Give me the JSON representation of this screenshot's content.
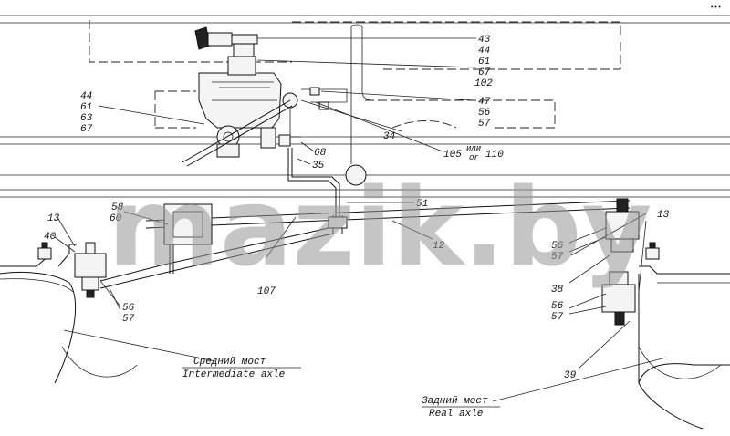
{
  "watermark": "mazik.by",
  "corner_mark": "•••",
  "callouts": {
    "c43": "43",
    "c44a": "44",
    "c61a": "61",
    "c67a": "67",
    "c102": "102",
    "c47": "47",
    "c56a": "56",
    "c57a": "57",
    "c44b": "44",
    "c61b": "61",
    "c63": "63",
    "c67b": "67",
    "c34": "34",
    "c68": "68",
    "c35": "35",
    "c105": "105",
    "c_ili": "или",
    "c_or": "or",
    "c110": "110",
    "c58": "58",
    "c60": "60",
    "c13a": "13",
    "c40": "40",
    "c51": "51",
    "c12": "12",
    "c13b": "13",
    "c56b": "56",
    "c57b": "57",
    "c38": "38",
    "c56c": "56",
    "c57c": "57",
    "c107": "107",
    "c56d": "56",
    "c57d": "57",
    "c39": "39"
  },
  "captions": {
    "middle_ru": "Средний мост",
    "middle_en": "Intermediate axle",
    "rear_ru": "Задний мост",
    "rear_en": "Real axle"
  }
}
